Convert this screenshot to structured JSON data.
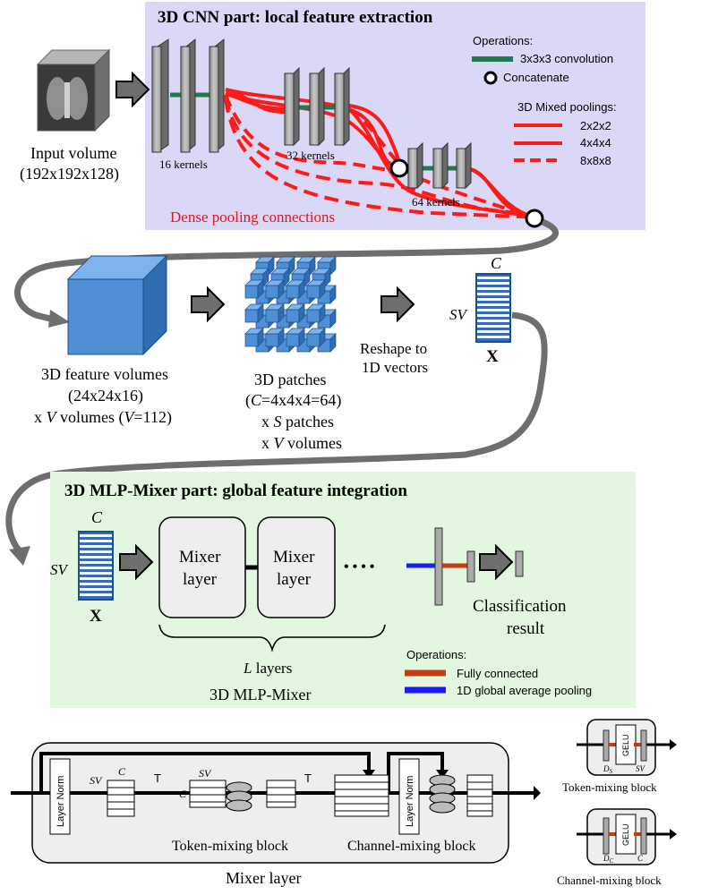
{
  "cnn": {
    "title": "3D CNN part: local feature extraction",
    "input_label_1": "Input volume",
    "input_label_2": "(192x192x128)",
    "k16": "16 kernels",
    "k32": "32 kernels",
    "k64": "64 kernels",
    "dense": "Dense pooling connections",
    "ops_title": "Operations:",
    "op_conv": "3x3x3 convolution",
    "op_concat": "Concatenate",
    "pool_title": "3D Mixed poolings:",
    "pool1": "2x2x2",
    "pool2": "4x4x4",
    "pool3": "8x8x8"
  },
  "mid": {
    "fv1": "3D feature volumes",
    "fv2": "(24x24x16)",
    "fv3_a": "x ",
    "fv3_b": "V",
    "fv3_c": " volumes (",
    "fv3_d": "V",
    "fv3_e": "=112)",
    "p1": "3D patches",
    "p2_a": "(",
    "p2_b": "C",
    "p2_c": "=4x4x4=64)",
    "p3_a": "x ",
    "p3_b": "S",
    "p3_c": " patches",
    "p4_a": "x ",
    "p4_b": "V",
    "p4_c": " volumes",
    "r1": "Reshape to",
    "r2": "1D vectors",
    "c": "C",
    "sv": "SV",
    "x": "X"
  },
  "mixer": {
    "title": "3D MLP-Mixer part: global feature integration",
    "layer_a": "Mixer",
    "layer_b": "layer",
    "dots": "• • • •",
    "l_a": "L",
    "l_b": " layers",
    "name": "3D MLP-Mixer",
    "class1": "Classification",
    "class2": "result",
    "ops_title": "Operations:",
    "op_fc": "Fully connected",
    "op_gap": "1D global average pooling"
  },
  "detail": {
    "layernorm": "Layer Norm",
    "sv": "SV",
    "c": "C",
    "t": "T",
    "token_block": "Token-mixing block",
    "channel_block": "Channel-mixing block",
    "mixer_layer": "Mixer layer",
    "gelu": "GELU",
    "ds": "D",
    "ds_sub": "S",
    "dc": "D",
    "dc_sub": "C",
    "token_title": "Token-mixing block",
    "channel_title": "Channel-mixing block"
  },
  "colors": {
    "cnn_bg": "#d9d9f7",
    "mixer_bg": "#e3f6df",
    "conv": "#1f7a4f",
    "pool": "#ff1a1a",
    "dense_text": "#e8131b",
    "cube": "#4f8fd6",
    "fc": "#c33c12",
    "gap": "#1a1aff"
  }
}
